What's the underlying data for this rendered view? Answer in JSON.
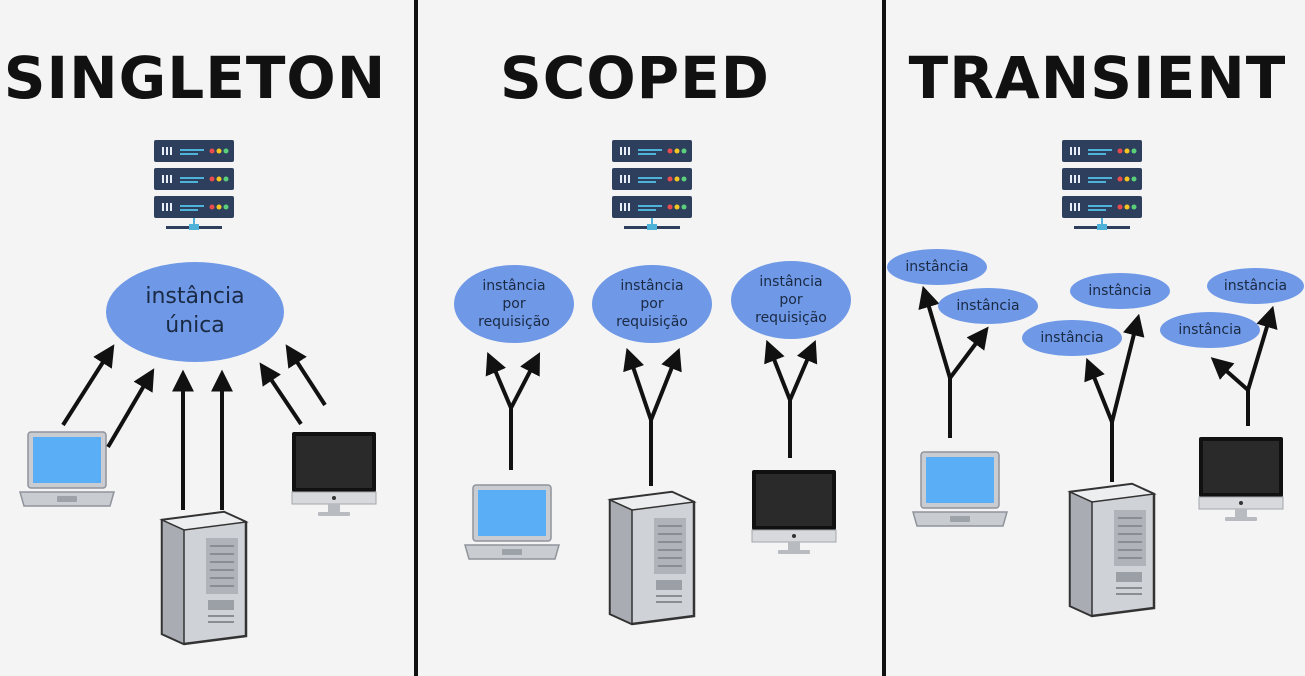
{
  "sections": [
    {
      "title": "SINGLETON",
      "instances": [
        {
          "lines": [
            "instância",
            "única"
          ]
        }
      ]
    },
    {
      "title": "SCOPED",
      "instances": [
        {
          "lines": [
            "instância",
            "por",
            "requisição"
          ]
        },
        {
          "lines": [
            "instância",
            "por",
            "requisição"
          ]
        },
        {
          "lines": [
            "instância",
            "por",
            "requisição"
          ]
        }
      ]
    },
    {
      "title": "TRANSIENT",
      "instances": [
        {
          "lines": [
            "instância"
          ]
        },
        {
          "lines": [
            "instância"
          ]
        },
        {
          "lines": [
            "instância"
          ]
        },
        {
          "lines": [
            "instância"
          ]
        },
        {
          "lines": [
            "instância"
          ]
        },
        {
          "lines": [
            "instância"
          ]
        }
      ]
    }
  ],
  "icons": {
    "server": "server-rack-icon",
    "laptop": "laptop-icon",
    "desktop": "desktop-tower-icon",
    "monitor": "imac-monitor-icon"
  },
  "colors": {
    "instance": "#6f98e6",
    "server_dark": "#2d3f5c",
    "screen": "#5aaef5",
    "background": "#f4f4f4",
    "divider": "#111111"
  }
}
